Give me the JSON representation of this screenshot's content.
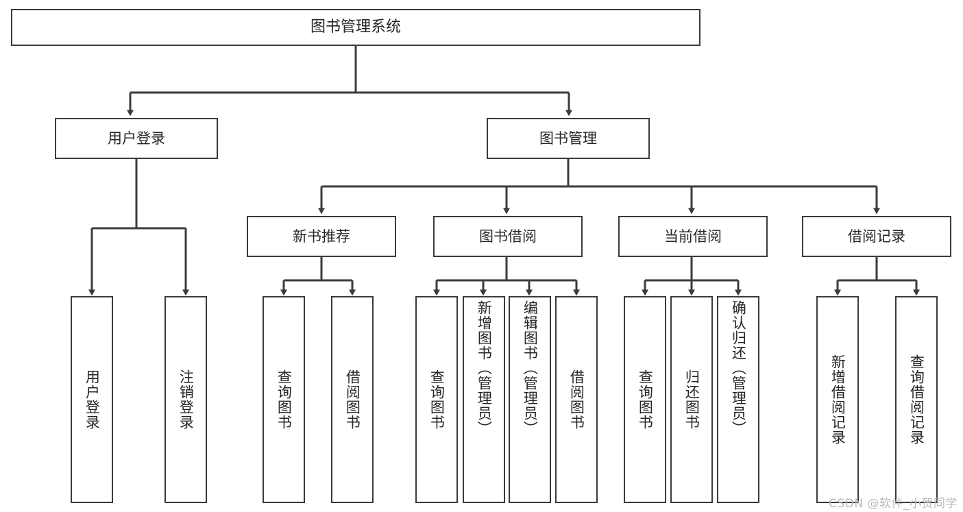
{
  "diagram": {
    "title": "图书管理系统",
    "type": "tree-hierarchy-chart",
    "line_color": "#3b3b3b",
    "box_fill": "#ffffff",
    "text_color": "#262626"
  },
  "nodes": {
    "root": {
      "label": "图书管理系统"
    },
    "level2": [
      {
        "id": "user-login",
        "label": "用户登录"
      },
      {
        "id": "book-management",
        "label": "图书管理"
      }
    ],
    "level3": [
      {
        "id": "new-book-recommend",
        "label": "新书推荐"
      },
      {
        "id": "book-borrow",
        "label": "图书借阅"
      },
      {
        "id": "current-borrow",
        "label": "当前借阅"
      },
      {
        "id": "borrow-record",
        "label": "借阅记录"
      }
    ],
    "leaves": {
      "user_login": [
        {
          "id": "leaf-user-login",
          "label": "用户登录"
        },
        {
          "id": "leaf-logout",
          "label": "注销登录"
        }
      ],
      "new_book_recommend": [
        {
          "id": "leaf-query-book-1",
          "label": "查询图书"
        },
        {
          "id": "leaf-borrow-book-1",
          "label": "借阅图书"
        }
      ],
      "book_borrow": [
        {
          "id": "leaf-query-book-2",
          "label": "查询图书"
        },
        {
          "id": "leaf-add-book",
          "label": "新增图书（管理员）"
        },
        {
          "id": "leaf-edit-book",
          "label": "编辑图书（管理员）"
        },
        {
          "id": "leaf-borrow-book-2",
          "label": "借阅图书"
        }
      ],
      "current_borrow": [
        {
          "id": "leaf-query-book-3",
          "label": "查询图书"
        },
        {
          "id": "leaf-return-book",
          "label": "归还图书"
        },
        {
          "id": "leaf-confirm-return",
          "label": "确认归还（管理员）"
        }
      ],
      "borrow_record": [
        {
          "id": "leaf-add-record",
          "label": "新增借阅记录"
        },
        {
          "id": "leaf-query-record",
          "label": "查询借阅记录"
        }
      ]
    }
  },
  "watermark": {
    "text": "CSDN @软件_小贺同学"
  }
}
